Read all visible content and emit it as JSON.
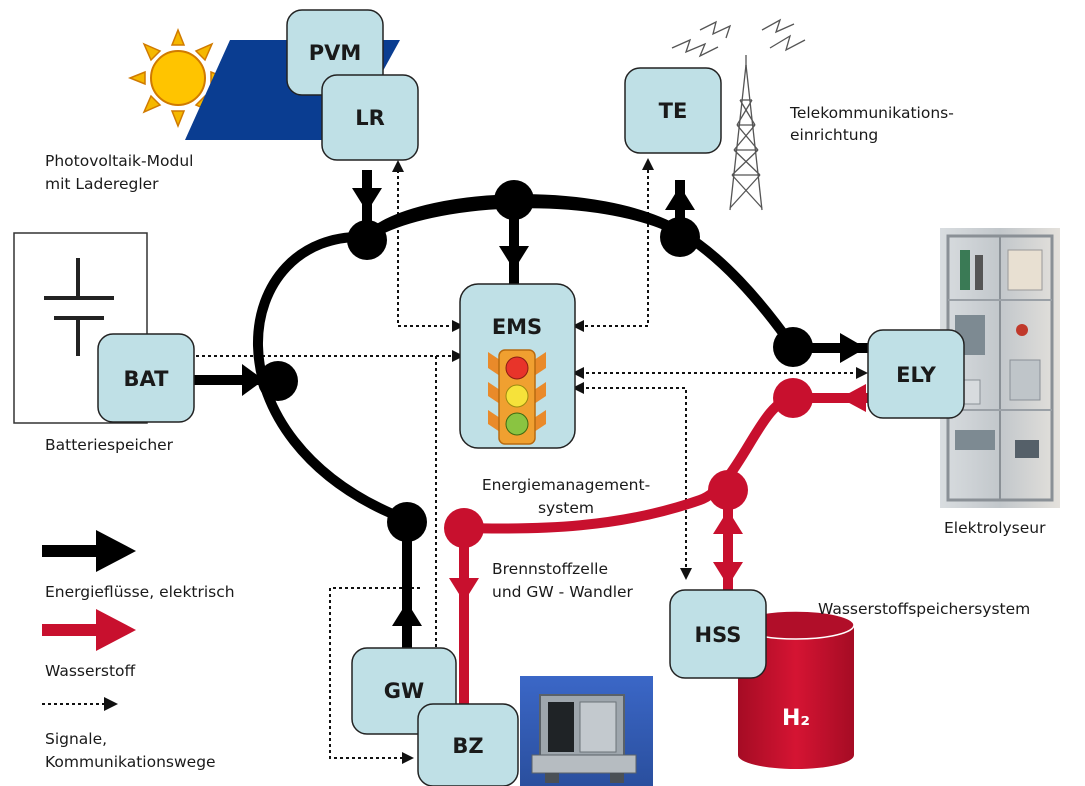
{
  "components": {
    "pvm": "PVM",
    "lr": "LR",
    "te": "TE",
    "ems": "EMS",
    "bat": "BAT",
    "ely": "ELY",
    "gw": "GW",
    "bz": "BZ",
    "hss": "HSS",
    "h2": "H₂"
  },
  "captions": {
    "pv_line1": "Photovoltaik-Modul",
    "pv_line2": "mit Laderegler",
    "te_line1": "Telekommunikations-",
    "te_line2": "einrichtung",
    "battery": "Batteriespeicher",
    "ems_line1": "Energiemanagement-",
    "ems_line2": "system",
    "fc_line1": "Brennstoffzelle",
    "fc_line2": "und GW - Wandler",
    "electrolyser": "Elektrolyseur",
    "hydrogen_storage": "Wasserstoffspeichersystem"
  },
  "legend": {
    "electric": "Energieflüsse, elektrisch",
    "hydrogen": "Wasserstoff",
    "signals_line1": "Signale,",
    "signals_line2": "Kommunikationswege"
  },
  "colors": {
    "box_fill": "#bfe0e6",
    "electric": "#000000",
    "hydrogen": "#c8102e",
    "sun": "#f5b800",
    "panel": "#0a3d91",
    "tank": "#c8102e"
  }
}
